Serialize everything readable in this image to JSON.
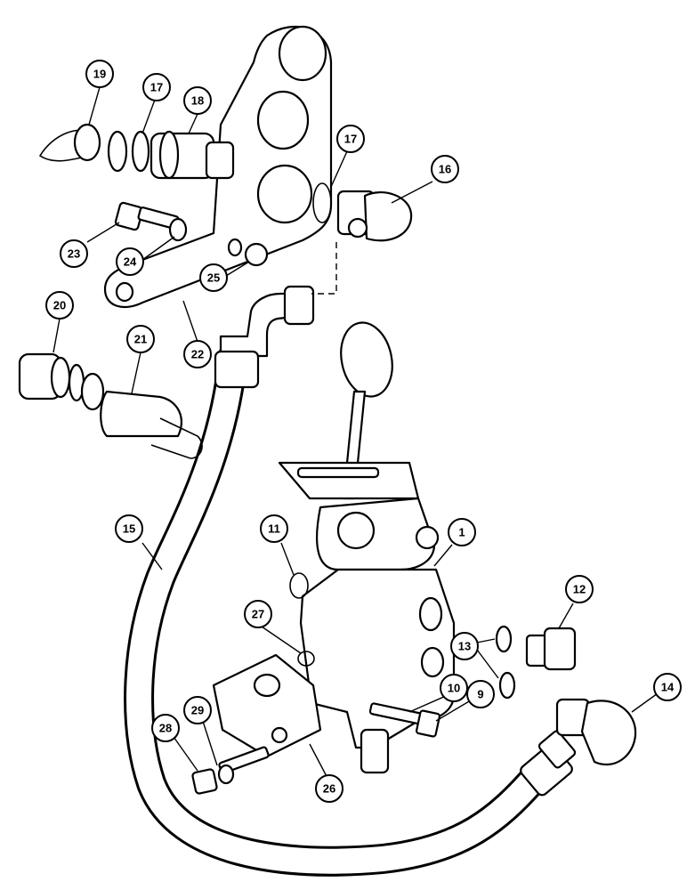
{
  "diagram": {
    "callouts": [
      {
        "id": "c1",
        "label": "1"
      },
      {
        "id": "c9",
        "label": "9"
      },
      {
        "id": "c10",
        "label": "10"
      },
      {
        "id": "c11",
        "label": "11"
      },
      {
        "id": "c12",
        "label": "12"
      },
      {
        "id": "c13",
        "label": "13"
      },
      {
        "id": "c14",
        "label": "14"
      },
      {
        "id": "c15",
        "label": "15"
      },
      {
        "id": "c16",
        "label": "16"
      },
      {
        "id": "c17a",
        "label": "17"
      },
      {
        "id": "c17b",
        "label": "17"
      },
      {
        "id": "c18",
        "label": "18"
      },
      {
        "id": "c19",
        "label": "19"
      },
      {
        "id": "c20",
        "label": "20"
      },
      {
        "id": "c21",
        "label": "21"
      },
      {
        "id": "c22",
        "label": "22"
      },
      {
        "id": "c23",
        "label": "23"
      },
      {
        "id": "c24",
        "label": "24"
      },
      {
        "id": "c25",
        "label": "25"
      },
      {
        "id": "c26",
        "label": "26"
      },
      {
        "id": "c27",
        "label": "27"
      },
      {
        "id": "c28",
        "label": "28"
      },
      {
        "id": "c29",
        "label": "29"
      }
    ]
  }
}
